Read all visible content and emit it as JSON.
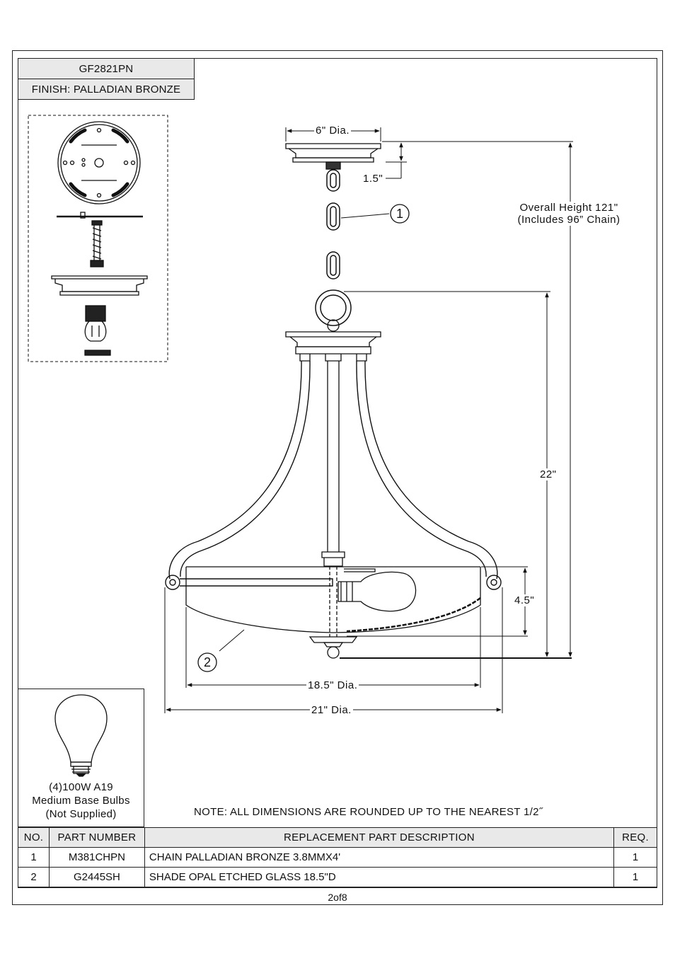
{
  "header": {
    "model": "GF2821PN",
    "finish": "FINISH: PALLADIAN BRONZE"
  },
  "dimensions": {
    "canopy_dia": "6\" Dia.",
    "canopy_height": "1.5\"",
    "overall_height_line1": "Overall Height 121\"",
    "overall_height_line2": "(Includes 96” Chain)",
    "body_height": "22\"",
    "shade_height": "4.5\"",
    "shade_dia": "18.5\" Dia.",
    "overall_dia": "21\" Dia."
  },
  "callouts": [
    "1",
    "2"
  ],
  "bulb": {
    "line1": "(4)100W A19",
    "line2": "Medium Base Bulbs",
    "line3": "(Not Supplied)"
  },
  "note": "NOTE:  ALL DIMENSIONS ARE ROUNDED UP TO THE NEAREST  1/2˝",
  "parts_table": {
    "headers": [
      "NO.",
      "PART NUMBER",
      "REPLACEMENT PART DESCRIPTION",
      "REQ."
    ],
    "rows": [
      [
        "1",
        "M381CHPN",
        "CHAIN PALLADIAN BRONZE 3.8MMX4'",
        "1"
      ],
      [
        "2",
        "G2445SH",
        "SHADE OPAL ETCHED GLASS 18.5\"D",
        "1"
      ]
    ]
  },
  "page": "2of8"
}
